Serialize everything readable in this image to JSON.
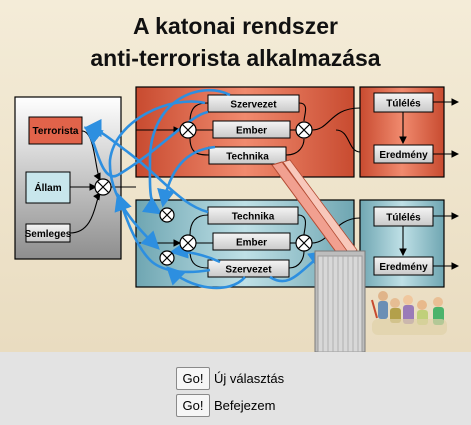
{
  "slide": {
    "title_line1": "A katonai rendszer",
    "title_line2": "anti-terrorista alkalmazása"
  },
  "diagram": {
    "left_boxes": [
      "Terrorista",
      "Állam",
      "Semleges"
    ],
    "top_system": [
      "Szervezet",
      "Ember",
      "Technika"
    ],
    "bottom_system": [
      "Technika",
      "Ember",
      "Szervezet"
    ],
    "top_outputs": [
      "Túlélés",
      "Eredmény"
    ],
    "bottom_outputs": [
      "Túlélés",
      "Eredmény"
    ],
    "colors": {
      "top_panel": "#e36c4f",
      "bottom_panel": "#9cc3cc",
      "left_panel": "#9a9a9a",
      "arrow_blue": "#2d8fe0",
      "box_fill": "#e0e0e0"
    }
  },
  "controls": {
    "items": [
      {
        "button": "Go!",
        "label": "Új választás"
      },
      {
        "button": "Go!",
        "label": "Befejezem"
      }
    ]
  }
}
